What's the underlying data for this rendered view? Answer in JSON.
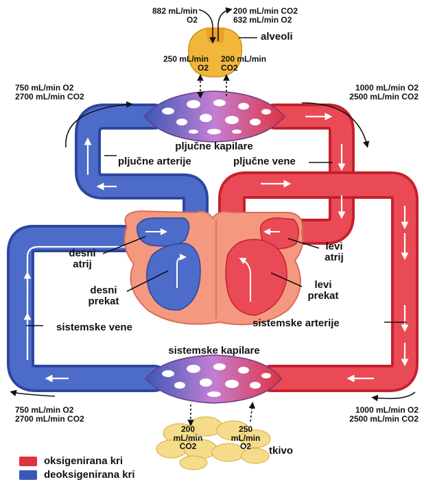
{
  "colors": {
    "oxygenated": "#e0323f",
    "oxygenated_light": "#f26670",
    "deoxygenated": "#3a58b8",
    "deoxygenated_light": "#6d86d4",
    "heart_wall": "#f4997f",
    "alveoli": "#f2b73a",
    "tissue": "#f5dc8a",
    "capillary": "#c47fd2"
  },
  "top_flows": {
    "left_in": {
      "value": "882 mL/min",
      "gas": "O2"
    },
    "right_out": {
      "value": "200 mL/min CO2",
      "value2": "632 mL/min O2"
    },
    "alveoli_label": "alveoli",
    "down_o2": {
      "value": "250 mL/min",
      "gas": "O2"
    },
    "up_co2": {
      "value": "200 mL/min",
      "gas": "CO2"
    }
  },
  "upper_left": {
    "line1": "750 mL/min O2",
    "line2": "2700 mL/min CO2"
  },
  "upper_right": {
    "line1": "1000 mL/min O2",
    "line2": "2500 mL/min CO2"
  },
  "lower_left": {
    "line1": "750 mL/min O2",
    "line2": "2700 mL/min CO2"
  },
  "lower_right": {
    "line1": "1000 mL/min O2",
    "line2": "2500 mL/min CO2"
  },
  "labels": {
    "pulmonary_capillaries": "pljučne kapilare",
    "pulmonary_arteries": "pljučne arterije",
    "pulmonary_veins": "pljučne vene",
    "right_atrium_1": "desni",
    "right_atrium_2": "atrij",
    "right_ventricle_1": "desni",
    "right_ventricle_2": "prekat",
    "left_atrium_1": "levi",
    "left_atrium_2": "atrij",
    "left_ventricle_1": "levi",
    "left_ventricle_2": "prekat",
    "systemic_veins": "sistemske vene",
    "systemic_arteries": "sistemske arterije",
    "systemic_capillaries": "sistemske kapilare",
    "tissue": "tkivo"
  },
  "tissue_flows": {
    "co2": {
      "value": "200",
      "unit": "mL/min",
      "gas": "CO2"
    },
    "o2": {
      "value": "250",
      "unit": "mL/min",
      "gas": "O2"
    }
  },
  "legend": [
    {
      "label": "oksigenirana kri",
      "color": "#e0323f"
    },
    {
      "label": "deoksigenirana kri",
      "color": "#3a58b8"
    }
  ]
}
